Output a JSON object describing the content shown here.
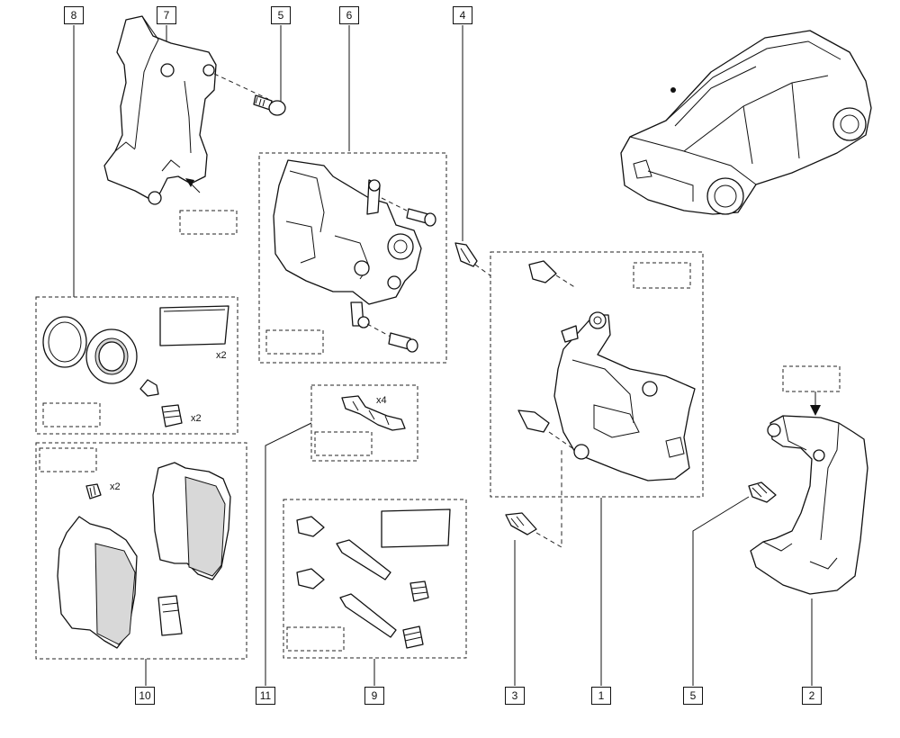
{
  "callouts": [
    {
      "id": "c8",
      "label": "8",
      "name": "callout-8"
    },
    {
      "id": "c7",
      "label": "7",
      "name": "callout-7"
    },
    {
      "id": "c5a",
      "label": "5",
      "name": "callout-5-top"
    },
    {
      "id": "c6",
      "label": "6",
      "name": "callout-6"
    },
    {
      "id": "c4",
      "label": "4",
      "name": "callout-4"
    },
    {
      "id": "c10",
      "label": "10",
      "name": "callout-10"
    },
    {
      "id": "c11",
      "label": "11",
      "name": "callout-11"
    },
    {
      "id": "c9",
      "label": "9",
      "name": "callout-9"
    },
    {
      "id": "c3",
      "label": "3",
      "name": "callout-3"
    },
    {
      "id": "c1",
      "label": "1",
      "name": "callout-1"
    },
    {
      "id": "c5b",
      "label": "5",
      "name": "callout-5-bottom"
    },
    {
      "id": "c2",
      "label": "2",
      "name": "callout-2"
    }
  ],
  "quantities": {
    "seal_kit_sachet": "x2",
    "seal_kit_boot": "x2",
    "spring_clips": "x4",
    "pad_bolts": "x2"
  },
  "colors": {
    "line": "#111111",
    "paper": "#ffffff",
    "shade": "#d8d8d8"
  }
}
